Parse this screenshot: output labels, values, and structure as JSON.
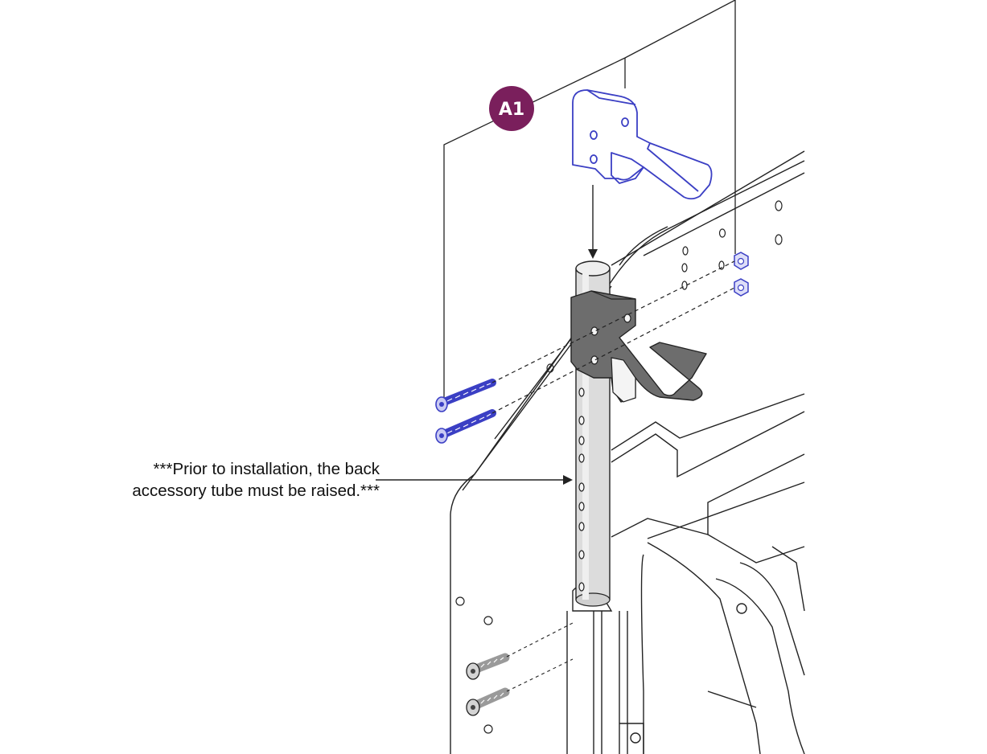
{
  "callout": {
    "label": "A1",
    "color": "#7a1f5c"
  },
  "note": {
    "line1": "***Prior to installation, the back",
    "line2": "accessory tube must be raised.***"
  },
  "colors": {
    "new_part_outline": "#3b3fc4",
    "installed_bracket": "#6b6b6b",
    "outline": "#222222",
    "tube_fill": "#dcdcdc"
  }
}
